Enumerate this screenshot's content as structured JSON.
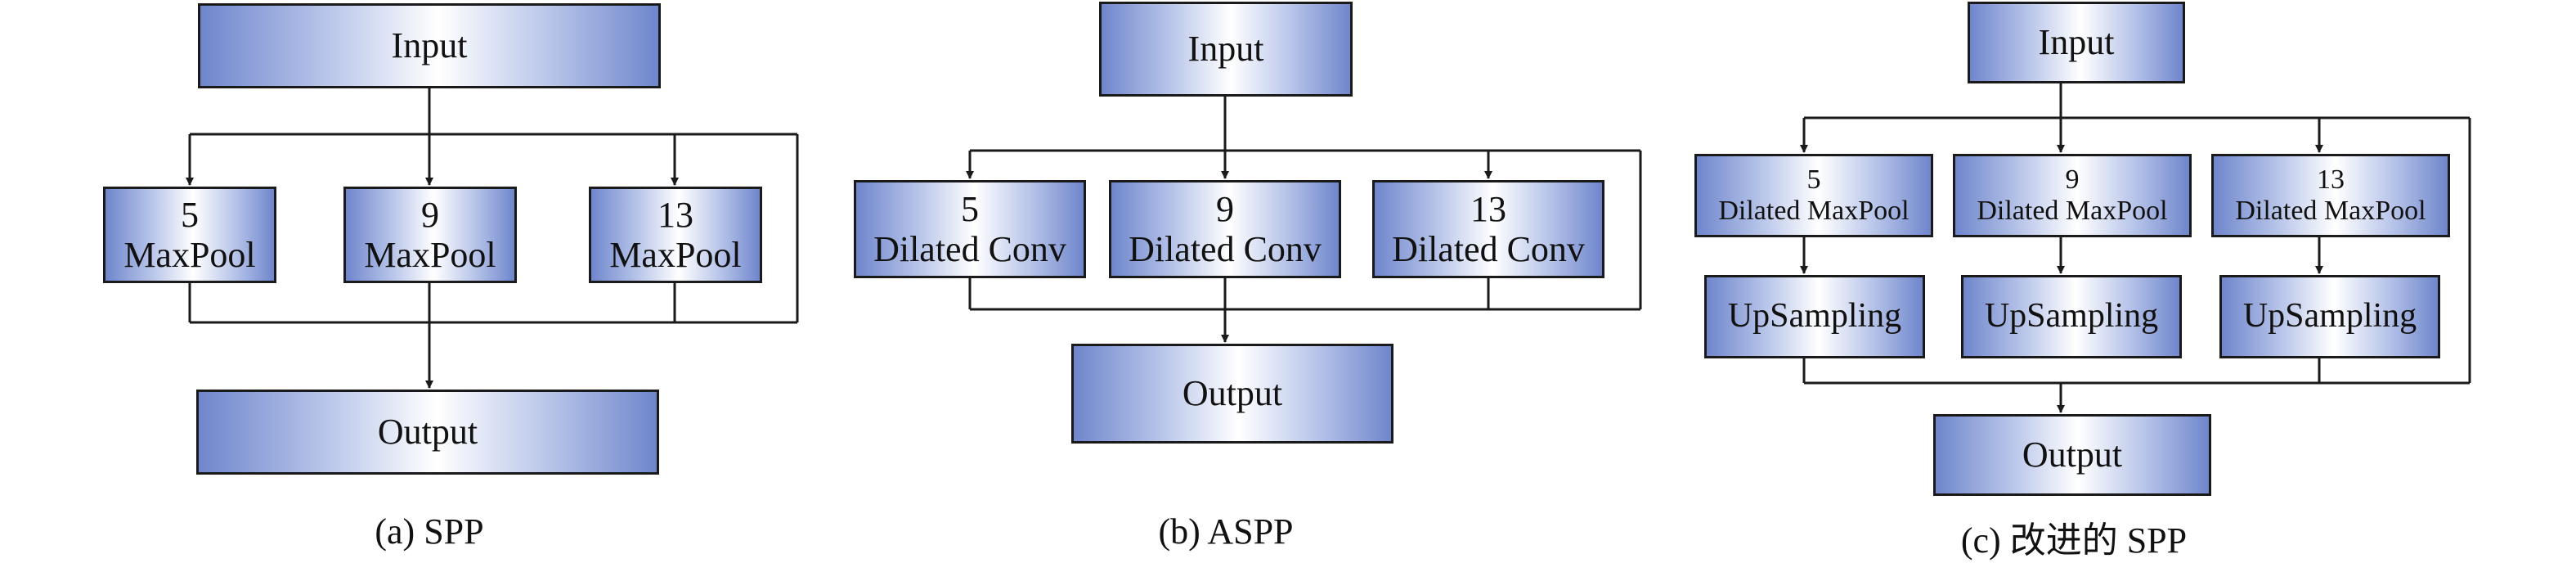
{
  "spp": {
    "input": "Input",
    "branches": [
      {
        "size": "5",
        "op": "MaxPool"
      },
      {
        "size": "9",
        "op": "MaxPool"
      },
      {
        "size": "13",
        "op": "MaxPool"
      }
    ],
    "output": "Output",
    "caption": "(a) SPP"
  },
  "aspp": {
    "input": "Input",
    "branches": [
      {
        "size": "5",
        "op": "Dilated Conv"
      },
      {
        "size": "9",
        "op": "Dilated Conv"
      },
      {
        "size": "13",
        "op": "Dilated Conv"
      }
    ],
    "output": "Output",
    "caption": "(b) ASPP"
  },
  "improved_spp": {
    "input": "Input",
    "branches": [
      {
        "size": "5",
        "op": "Dilated MaxPool",
        "upsample": "UpSampling"
      },
      {
        "size": "9",
        "op": "Dilated MaxPool",
        "upsample": "UpSampling"
      },
      {
        "size": "13",
        "op": "Dilated MaxPool",
        "upsample": "UpSampling"
      }
    ],
    "output": "Output",
    "caption": "(c) 改进的 SPP"
  },
  "colors": {
    "box_edge": "#6f86cc",
    "box_center": "#ffffff",
    "line": "#1a1a1a"
  }
}
